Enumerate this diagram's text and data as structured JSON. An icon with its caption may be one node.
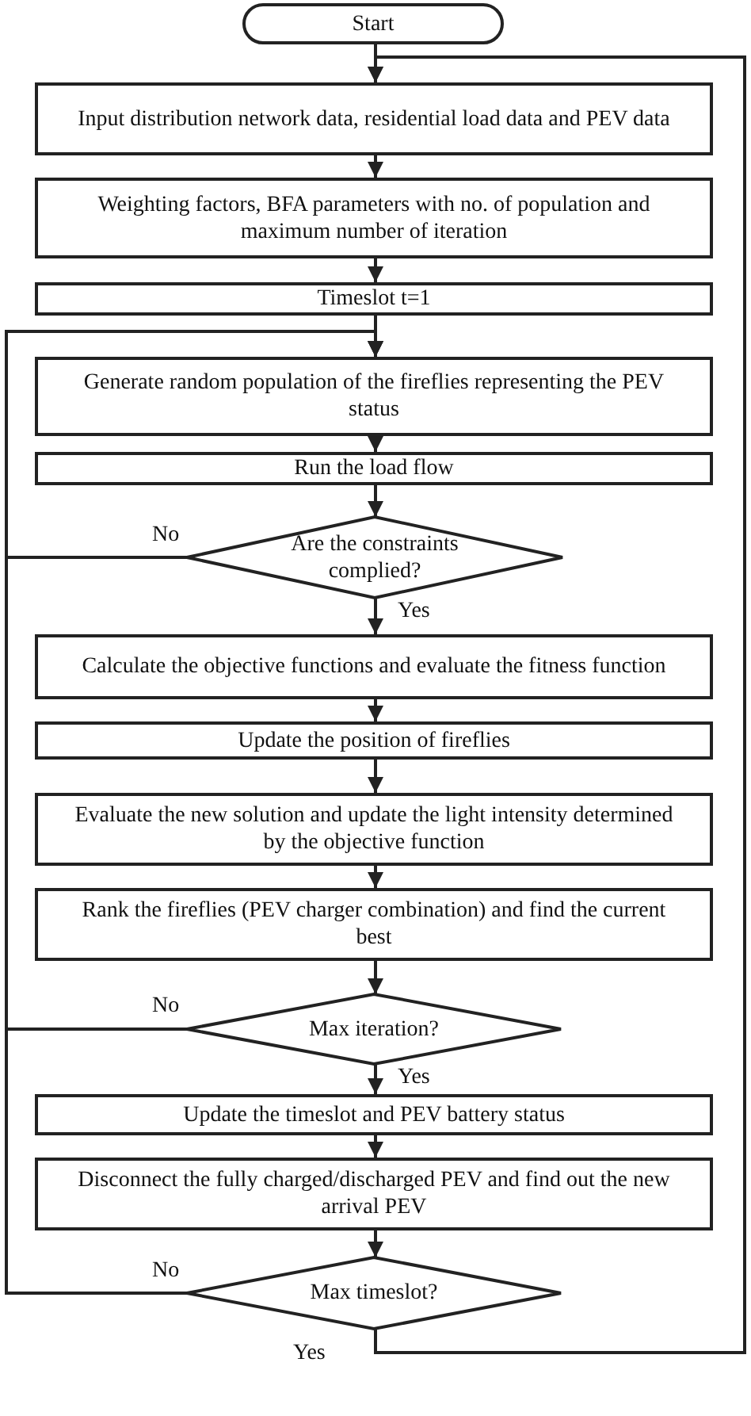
{
  "diagram": {
    "nodes": [
      {
        "text": [
          "Start"
        ]
      },
      {
        "text": [
          "Input distribution network data, residential load data and PEV data"
        ]
      },
      {
        "text": [
          "Weighting factors, BFA parameters with no. of population and maximum number of iteration"
        ]
      },
      {
        "text": [
          "Timeslot t=1"
        ]
      },
      {
        "text": [
          "Generate random population of the fireflies representing the PEV status"
        ]
      },
      {
        "text": [
          "Run the load flow"
        ]
      },
      {
        "text": [
          "Are the constraints complied?"
        ]
      },
      {
        "text": [
          "Calculate the objective functions and evaluate the fitness function"
        ]
      },
      {
        "text": [
          "Update the position of fireflies"
        ]
      },
      {
        "text": [
          "Evaluate the new solution and update the light intensity determined by the objective function"
        ]
      },
      {
        "text": [
          "Rank the fireflies (PEV charger combination) and find the current best"
        ]
      },
      {
        "text": [
          "Max iteration?"
        ]
      },
      {
        "text": [
          "Update the timeslot and PEV battery status"
        ]
      },
      {
        "text": [
          "Disconnect the fully charged/discharged PEV and find out the new arrival PEV"
        ]
      },
      {
        "text": [
          "Max timeslot?"
        ]
      }
    ],
    "edges": [
      {
        "from": 0,
        "to": 1,
        "arrow": "to"
      },
      {
        "from": 1,
        "to": 2,
        "arrow": "to"
      },
      {
        "from": 2,
        "to": 3,
        "arrow": "to"
      },
      {
        "from": 3,
        "to": 4,
        "arrow": "to"
      },
      {
        "from": 4,
        "to": 5,
        "arrow": "to"
      },
      {
        "from": 5,
        "to": 6,
        "arrow": "to"
      },
      {
        "from": 6,
        "to": 7,
        "arrow": "to",
        "label": "Yes"
      },
      {
        "from": 6,
        "to": 4,
        "arrow": "to",
        "label": "No"
      },
      {
        "from": 7,
        "to": 8,
        "arrow": "to"
      },
      {
        "from": 8,
        "to": 9,
        "arrow": "to"
      },
      {
        "from": 9,
        "to": 10,
        "arrow": "to"
      },
      {
        "from": 10,
        "to": 11,
        "arrow": "to"
      },
      {
        "from": 11,
        "to": 12,
        "arrow": "to",
        "label": "Yes"
      },
      {
        "from": 11,
        "to": 4,
        "arrow": "to",
        "label": "No"
      },
      {
        "from": 12,
        "to": 13,
        "arrow": "to"
      },
      {
        "from": 13,
        "to": 14,
        "arrow": "to"
      },
      {
        "from": 14,
        "to": 4,
        "arrow": "to",
        "label": "No"
      },
      {
        "from": 14,
        "to": 1,
        "arrow": "to",
        "label": "Yes"
      }
    ]
  }
}
